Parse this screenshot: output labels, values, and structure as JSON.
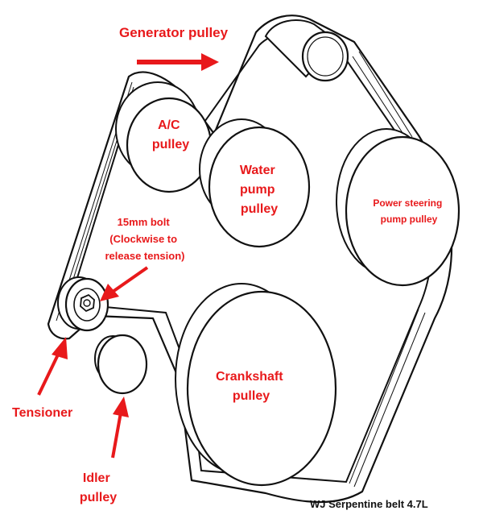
{
  "colors": {
    "accent": "#e8191b",
    "line": "#111111",
    "background": "#ffffff"
  },
  "labels": {
    "generator": "Generator pulley",
    "ac": [
      "A/C",
      "pulley"
    ],
    "water": [
      "Water",
      "pump",
      "pulley"
    ],
    "power": [
      "Power steering",
      "pump pulley"
    ],
    "bolt": [
      "15mm bolt",
      "(Clockwise to",
      "release tension)"
    ],
    "crank": [
      "Crankshaft",
      "pulley"
    ],
    "tensioner": "Tensioner",
    "idler": [
      "Idler",
      "pulley"
    ],
    "caption": "WJ Serpentine belt 4.7L"
  }
}
